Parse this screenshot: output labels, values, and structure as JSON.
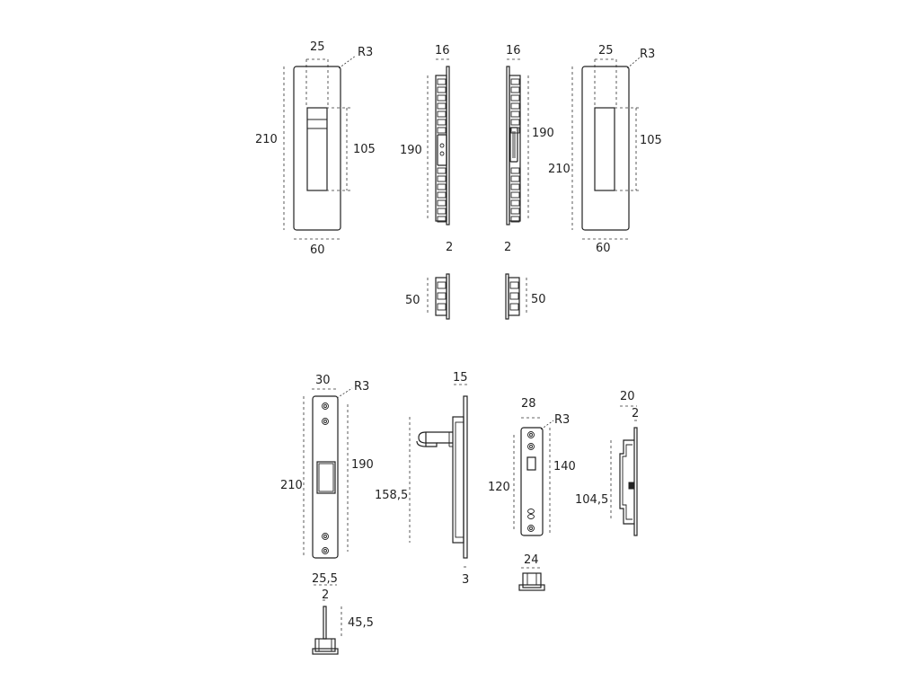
{
  "dims": {
    "d1_width_top": "25",
    "d1_radius": "R3",
    "d1_height": "210",
    "d1_recess": "105",
    "d1_width": "60",
    "d2_depth": "16",
    "d2_height": "190",
    "d2_plate": "2",
    "d2_short": "50",
    "d3_depth": "16",
    "d3_height": "190",
    "d3_plate": "2",
    "d3_short": "50",
    "d4_width_top": "25",
    "d4_radius": "R3",
    "d4_height": "210",
    "d4_recess": "105",
    "d4_width": "60",
    "p5_width": "30",
    "p5_radius": "R3",
    "p5_height": "210",
    "p5_inner": "190",
    "p5_spindle_w": "25,5",
    "p5_spindle_t": "2",
    "p5_spindle_h": "45,5",
    "p6_depth": "15",
    "p6_height": "158,5",
    "p6_plate": "3",
    "p7_width": "28",
    "p7_radius": "R3",
    "p7_inner": "120",
    "p7_height": "140",
    "p7_base": "24",
    "p8_depth": "20",
    "p8_plate": "2",
    "p8_height": "104,5"
  }
}
